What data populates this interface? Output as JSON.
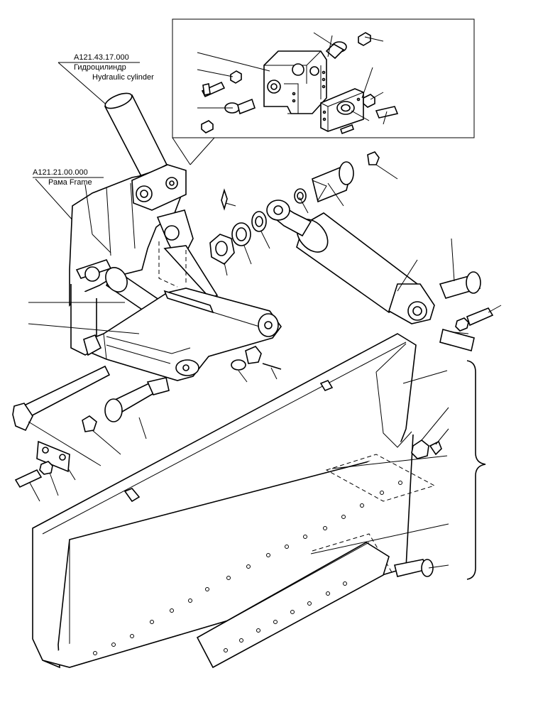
{
  "labels": {
    "cylinder_code": "А121.43.17.000",
    "cylinder_ru": "Гидроцилиндр",
    "cylinder_en": "Hydraulic cylinder",
    "frame_code": "А121.21.00.000",
    "frame_text": "Рама Frame"
  }
}
